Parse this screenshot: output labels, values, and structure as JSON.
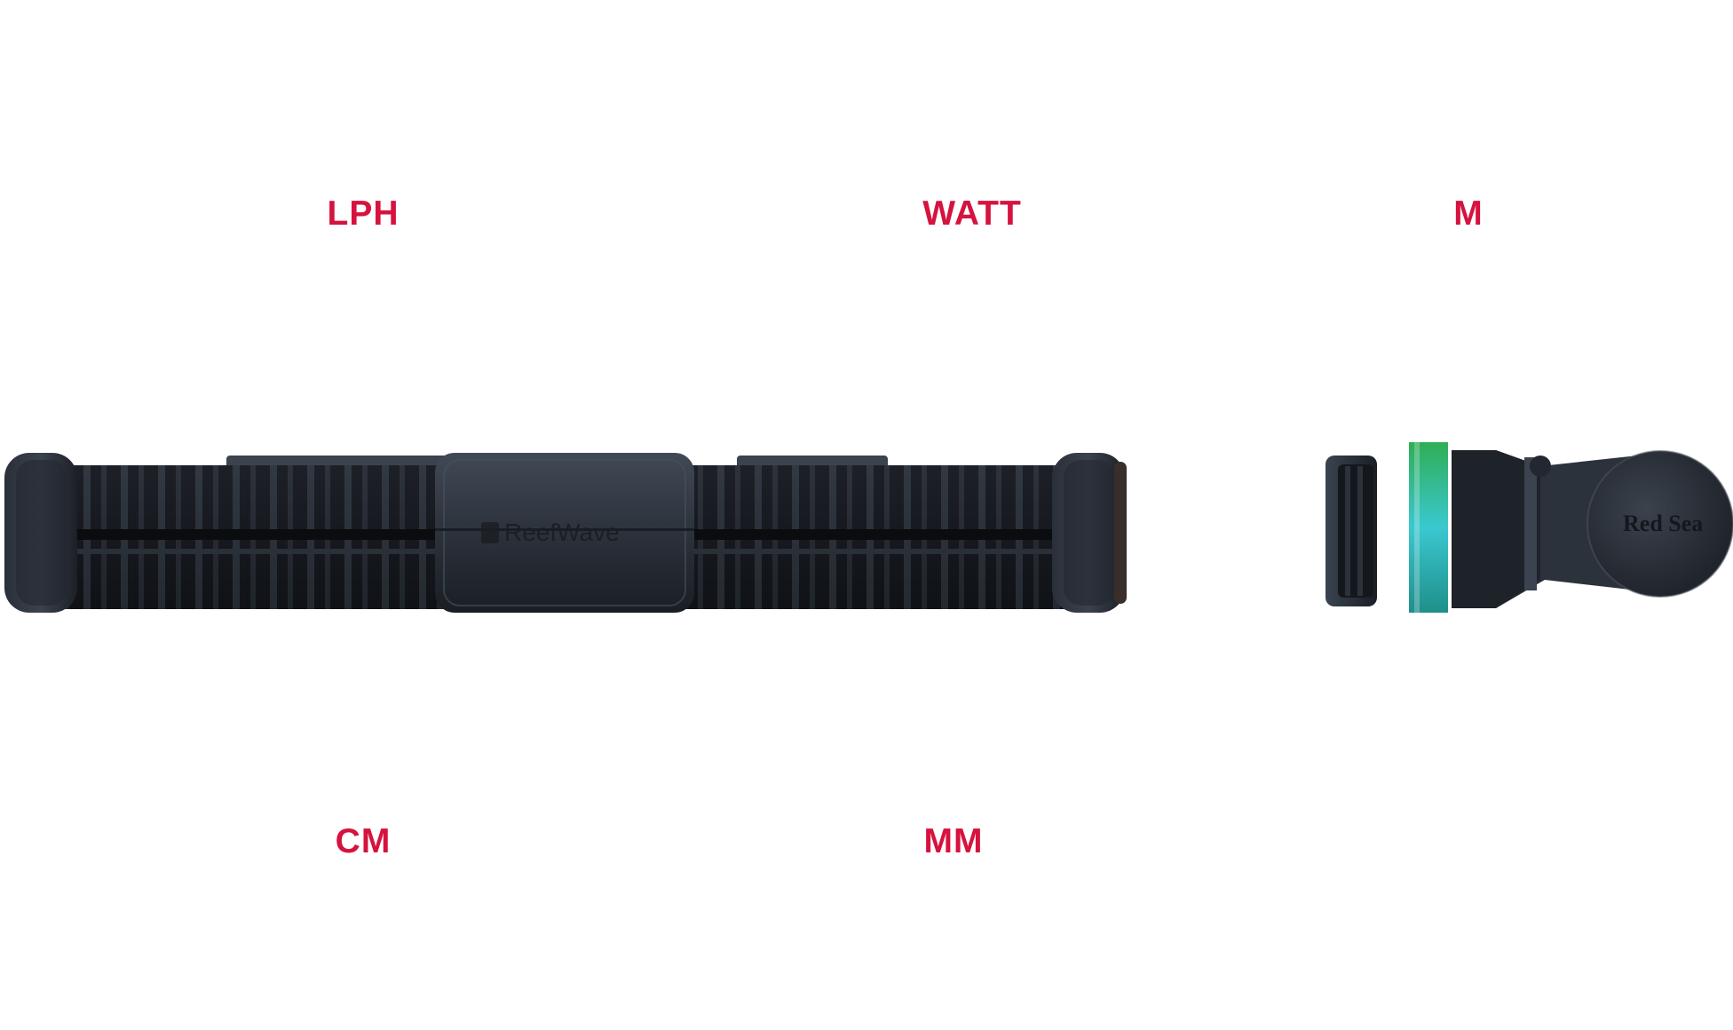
{
  "labels": {
    "flow": "LPH",
    "power": "WATT",
    "cable": "M",
    "length": "CM",
    "glass": "MM"
  },
  "products": {
    "pump_brand": "ReefWave",
    "mount_brand": "Red Sea"
  },
  "colors": {
    "label": "#d6123f",
    "body": "#2b313b",
    "body_dark": "#161a20",
    "glass": "#2bb3a5"
  }
}
